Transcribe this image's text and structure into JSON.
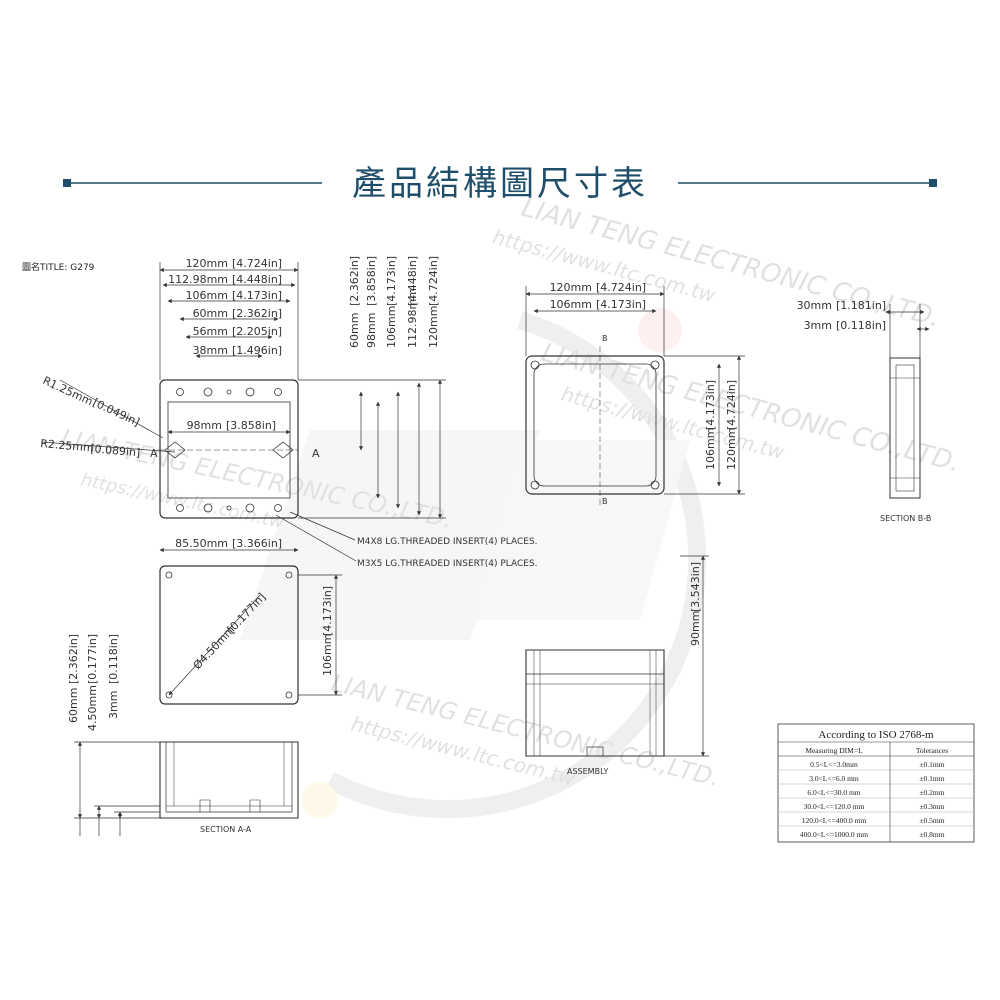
{
  "header": {
    "title": "產品結構圖尺寸表",
    "accent_color": "#1f4e6b"
  },
  "drawing_title": "圖名TITLE: G279",
  "watermark": {
    "company": "LIAN TENG ELECTRONIC CO.,LTD.",
    "url": "https://www.ltc.com.tw"
  },
  "top_view": {
    "dims": [
      {
        "mm": "120mm",
        "in": "4.724in"
      },
      {
        "mm": "112.98mm",
        "in": "4.448in"
      },
      {
        "mm": "106mm",
        "in": "4.173in"
      },
      {
        "mm": "60mm",
        "in": "2.362in"
      },
      {
        "mm": "56mm",
        "in": "2.205in"
      },
      {
        "mm": "38mm",
        "in": "1.496in"
      }
    ],
    "inner_dim": {
      "mm": "98mm",
      "in": "3.858in"
    },
    "vertical_dims": [
      {
        "mm": "60mm",
        "in": "2.362in"
      },
      {
        "mm": "98mm",
        "in": "3.858in"
      },
      {
        "mm": "106mm",
        "in": "4.173in"
      },
      {
        "mm": "112.98mm",
        "in": "4.448in"
      },
      {
        "mm": "120mm",
        "in": "4.724in"
      }
    ],
    "radius_1": {
      "mm": "R1.25mm",
      "in": "0.049in"
    },
    "radius_2": {
      "mm": "R2.25mm",
      "in": "0.089in"
    },
    "section_mark": "A",
    "note_1": "M4X8 LG.THREADED INSERT(4) PLACES.",
    "note_2": "M3X5 LG.THREADED INSERT(4) PLACES."
  },
  "lid_view": {
    "width_dim": {
      "mm": "120mm",
      "in": "4.724in"
    },
    "inner_width_dim": {
      "mm": "106mm",
      "in": "4.173in"
    },
    "height_dim": {
      "mm": "106mm",
      "in": "4.173in"
    },
    "outer_height_dim": {
      "mm": "120mm",
      "in": "4.724in"
    },
    "section_mark": "B"
  },
  "section_b": {
    "dim_1": {
      "mm": "30mm",
      "in": "1.181in"
    },
    "dim_2": {
      "mm": "3mm",
      "in": "0.118in"
    },
    "caption": "SECTION B-B"
  },
  "bottom_view": {
    "width_dim": {
      "mm": "85.50mm",
      "in": "3.366in"
    },
    "diameter": {
      "mm": "Ø4.50mm",
      "in": "0.177in"
    },
    "height_dim": {
      "mm": "106mm",
      "in": "4.173in"
    }
  },
  "section_a": {
    "dims": [
      {
        "mm": "60mm",
        "in": "2.362in"
      },
      {
        "mm": "4.50mm",
        "in": "0.177in"
      },
      {
        "mm": "3mm",
        "in": "0.118in"
      }
    ],
    "caption": "SECTION A-A"
  },
  "assembly": {
    "height_dim": {
      "mm": "90mm",
      "in": "3.543in"
    },
    "caption": "ASSEMBLY"
  },
  "tolerance_table": {
    "title": "According to ISO 2768-m",
    "headers": [
      "Measuring  DIM=L",
      "Tolerances"
    ],
    "rows": [
      [
        "0.5<L<=3.0mm",
        "±0.1mm"
      ],
      [
        "3.0<L<=6.0 mm",
        "±0.1mm"
      ],
      [
        "6.0<L<=30.0 mm",
        "±0.2mm"
      ],
      [
        "30.0<L<=120.0 mm",
        "±0.3mm"
      ],
      [
        "120.0<L<=400.0 mm",
        "±0.5mm"
      ],
      [
        "400.0<L<=1000.0 mm",
        "±0.8mm"
      ]
    ]
  }
}
